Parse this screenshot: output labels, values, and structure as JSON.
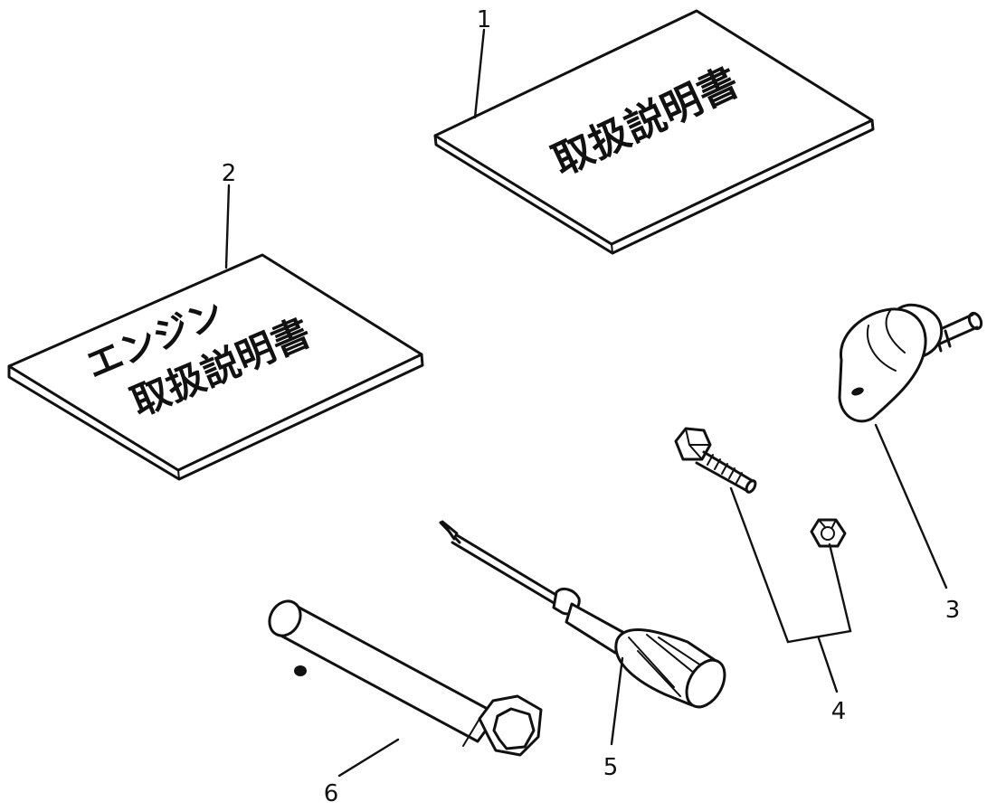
{
  "manual_1": {
    "title": "取扱説明書"
  },
  "manual_2": {
    "line1": "エンジン",
    "line2": "取扱説明書"
  },
  "callouts": [
    "1",
    "2",
    "3",
    "4",
    "5",
    "6"
  ]
}
